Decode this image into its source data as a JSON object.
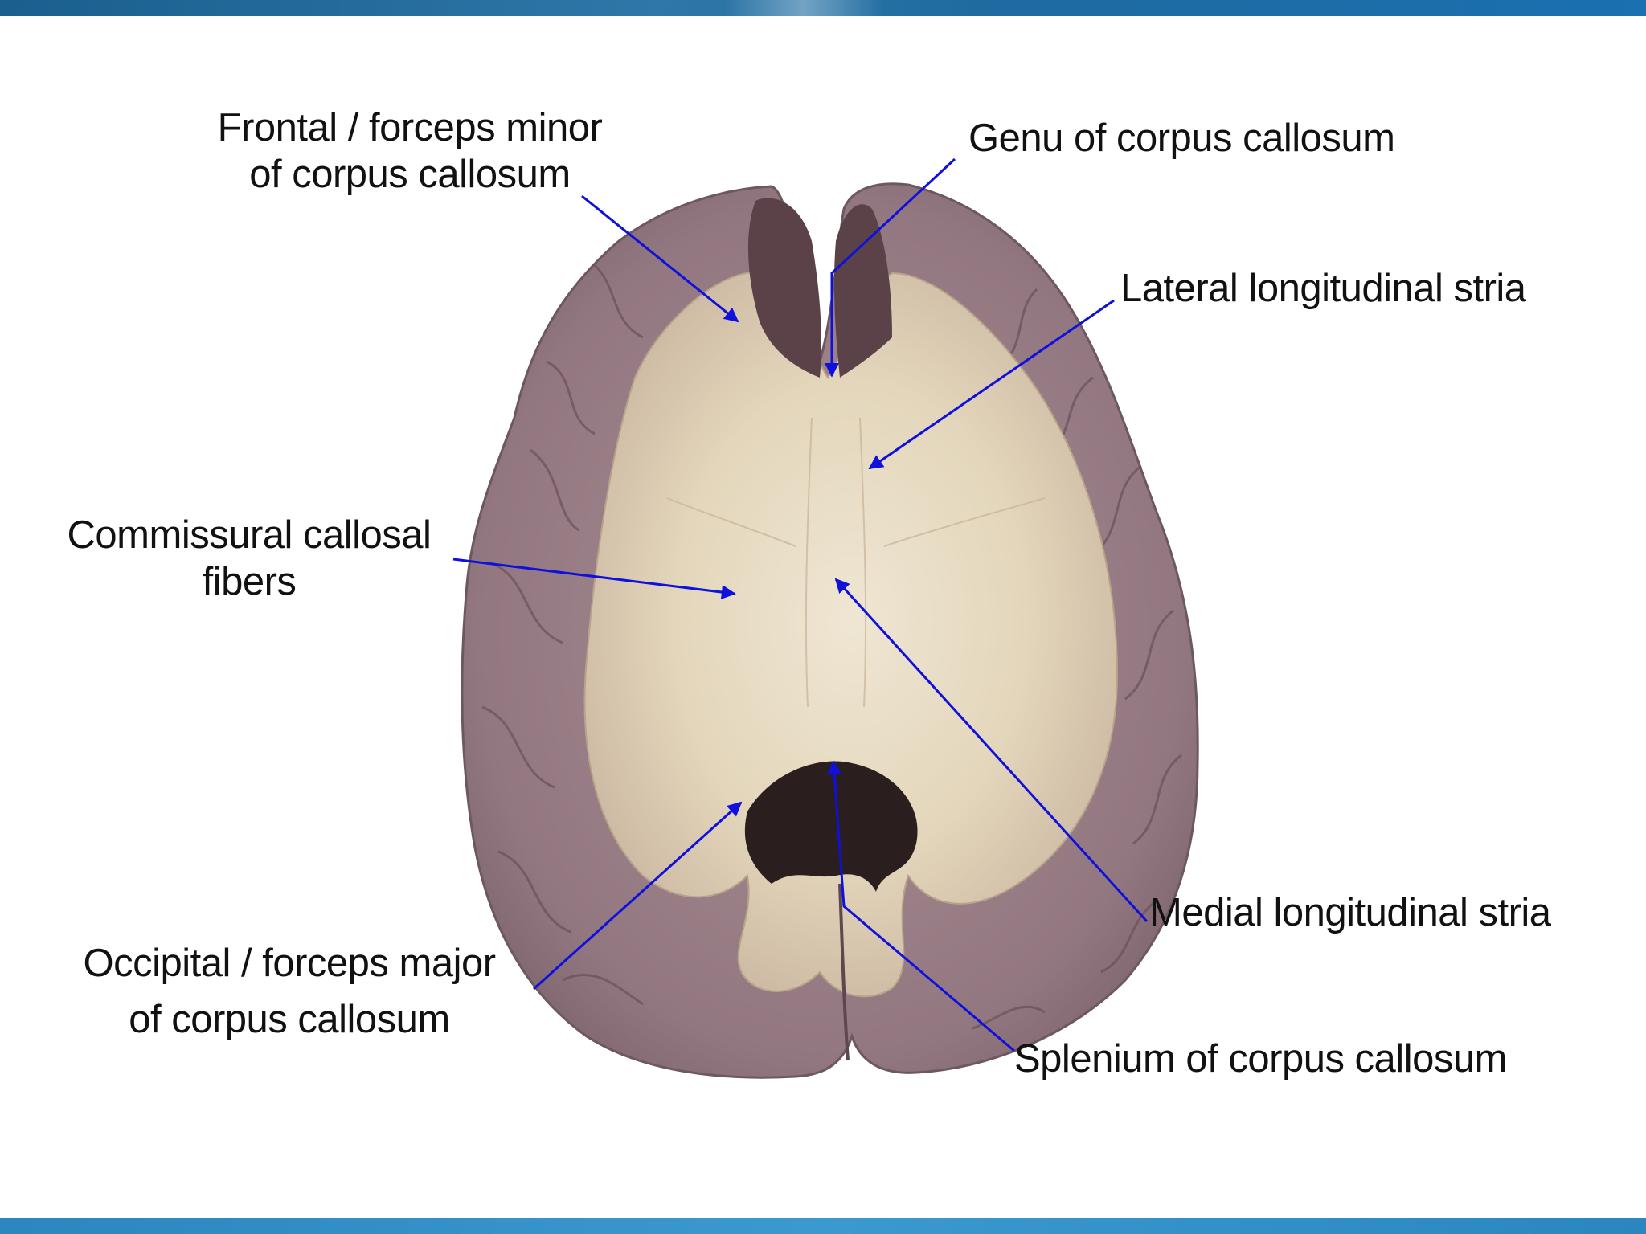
{
  "labels": {
    "frontal_line1": "Frontal / forceps minor",
    "frontal_line2": "of corpus callosum",
    "genu": "Genu of corpus callosum",
    "lateral_stria": "Lateral longitudinal stria",
    "commissural_line1": "Commissural callosal",
    "commissural_line2": "fibers",
    "medial_stria": "Medial longitudinal stria",
    "occipital_line1": "Occipital / forceps major",
    "occipital_line2": "of corpus callosum",
    "splenium": "Splenium of corpus callosum"
  },
  "colors": {
    "arrow": "#1010dd",
    "brain_gray_matter": "#9a8088",
    "white_matter": "#e9dfc9",
    "header_bar": "#1f6aa0",
    "footer_bar": "#2c86bf"
  }
}
